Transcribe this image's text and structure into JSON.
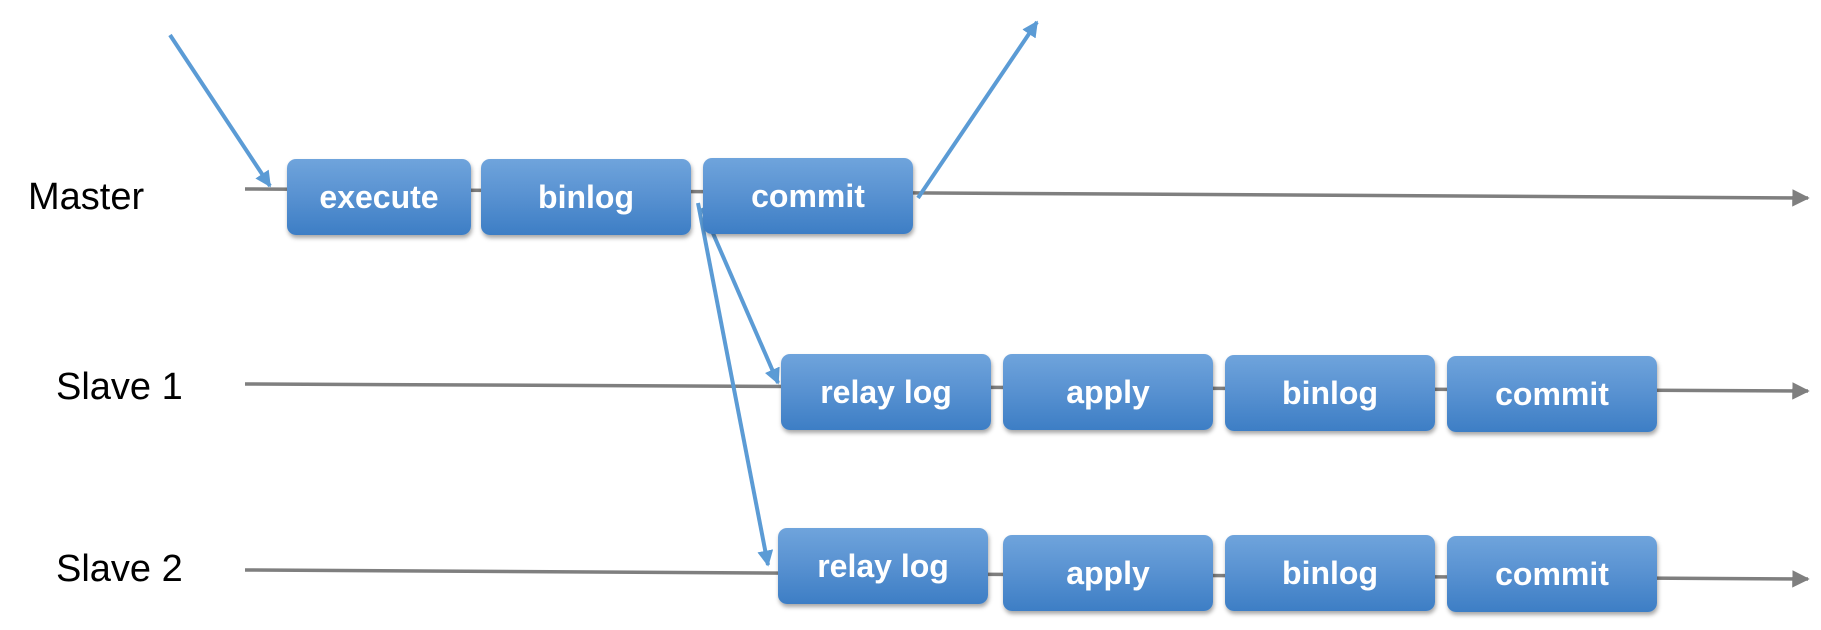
{
  "colors": {
    "timeline": "#7f7f7f",
    "arrow": "#5b9bd5",
    "box_top": "#6fa4dc",
    "box_bottom": "#3d7ec5",
    "box_text": "#ffffff"
  },
  "rows": {
    "master": {
      "label": "Master",
      "steps": [
        "execute",
        "binlog",
        "commit"
      ]
    },
    "slave1": {
      "label": "Slave 1",
      "steps": [
        "relay log",
        "apply",
        "binlog",
        "commit"
      ]
    },
    "slave2": {
      "label": "Slave 2",
      "steps": [
        "relay log",
        "apply",
        "binlog",
        "commit"
      ]
    }
  }
}
